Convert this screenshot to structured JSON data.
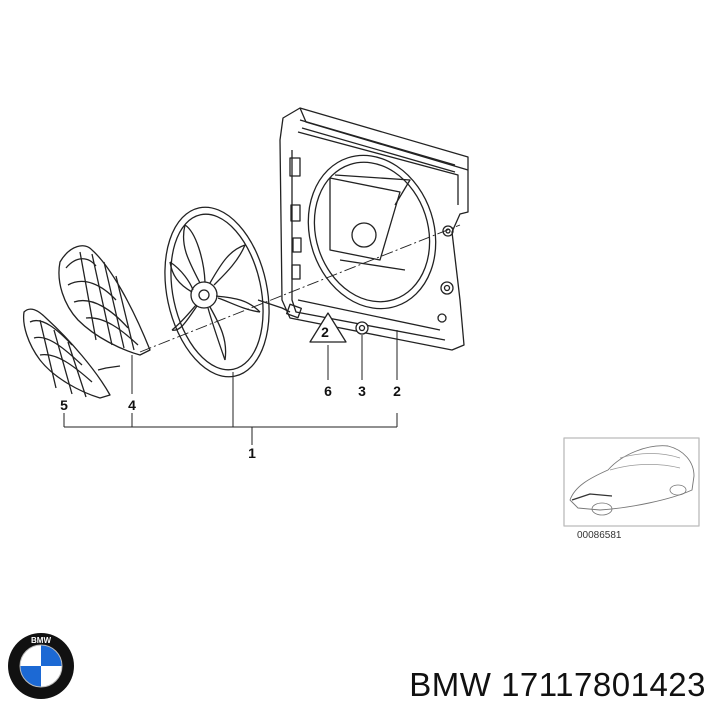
{
  "callouts": {
    "c1": "1",
    "c2": "2",
    "c3": "3",
    "c4": "4",
    "c5": "5",
    "c6": "6"
  },
  "warning_label": "2",
  "reference_code": "00086581",
  "footer": {
    "brand": "BMW",
    "part_number": "17117801423",
    "full_text": "BMW 17117801423",
    "logo_text": "BMW"
  },
  "colors": {
    "line": "#222222",
    "logo_blue": "#1c69d4",
    "logo_ring": "#111111"
  }
}
